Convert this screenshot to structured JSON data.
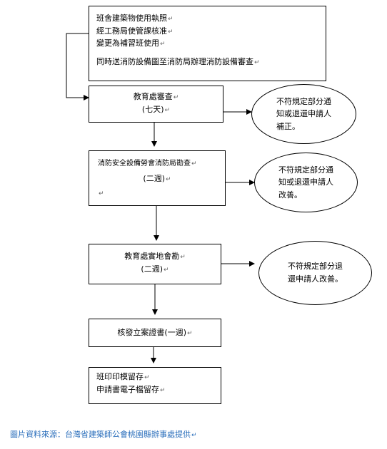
{
  "box1": {
    "lines": [
      "班舍建築物使用執照",
      "經工務局使管課核准",
      "變更為補習班使用",
      "同時送消防設備圖至消防局辦理消防設備審查"
    ]
  },
  "box2": {
    "lines": [
      "教育處審查",
      "(七天)"
    ]
  },
  "ellipse1": {
    "lines": [
      "不符規定部分通",
      "知或退還申請人",
      "補正。"
    ]
  },
  "box3": {
    "lines": [
      "消防安全設備勞會消防局勘查",
      "(二週)"
    ]
  },
  "ellipse2": {
    "lines": [
      "不符規定部分通",
      "知或退還申請人",
      "改善。"
    ]
  },
  "box4": {
    "lines": [
      "教育處實地會勘",
      "(二週)"
    ]
  },
  "ellipse3": {
    "lines": [
      "不符規定部分退",
      "還申請人改善。"
    ]
  },
  "box5": {
    "lines": [
      "核發立案證書(一週)"
    ]
  },
  "box6": {
    "lines": [
      "班印印模留存",
      "申請書電子檔留存"
    ]
  },
  "footer": {
    "text": "圖片資料來源：台灣省建築師公會桃園縣辦事處提供"
  },
  "paragraph_mark": "↵",
  "colors": {
    "footer": "#2a6ebb",
    "line": "#000000"
  }
}
